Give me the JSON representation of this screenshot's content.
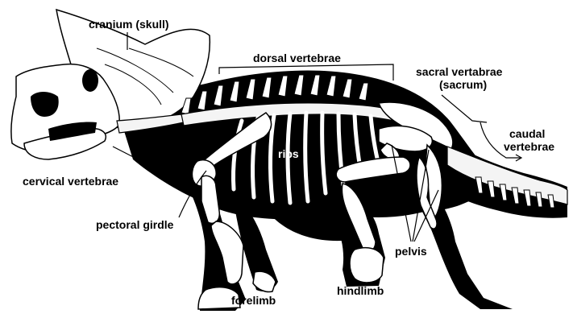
{
  "labels": {
    "cranium": "cranium (skull)",
    "dorsal": "dorsal vertebrae",
    "sacral_line1": "sacral vertabrae",
    "sacral_line2": "(sacrum)",
    "caudal_line1": "caudal",
    "caudal_line2": "vertebrae",
    "ribs": "ribs",
    "cervical": "cervical vertebrae",
    "pectoral": "pectoral girdle",
    "pelvis": "pelvis",
    "forelimb": "forelimb",
    "hindlimb": "hindlimb"
  },
  "colors": {
    "silhouette": "#000000",
    "bone": "#ffffff",
    "label_dark": "#000000",
    "label_light": "#ffffff"
  }
}
